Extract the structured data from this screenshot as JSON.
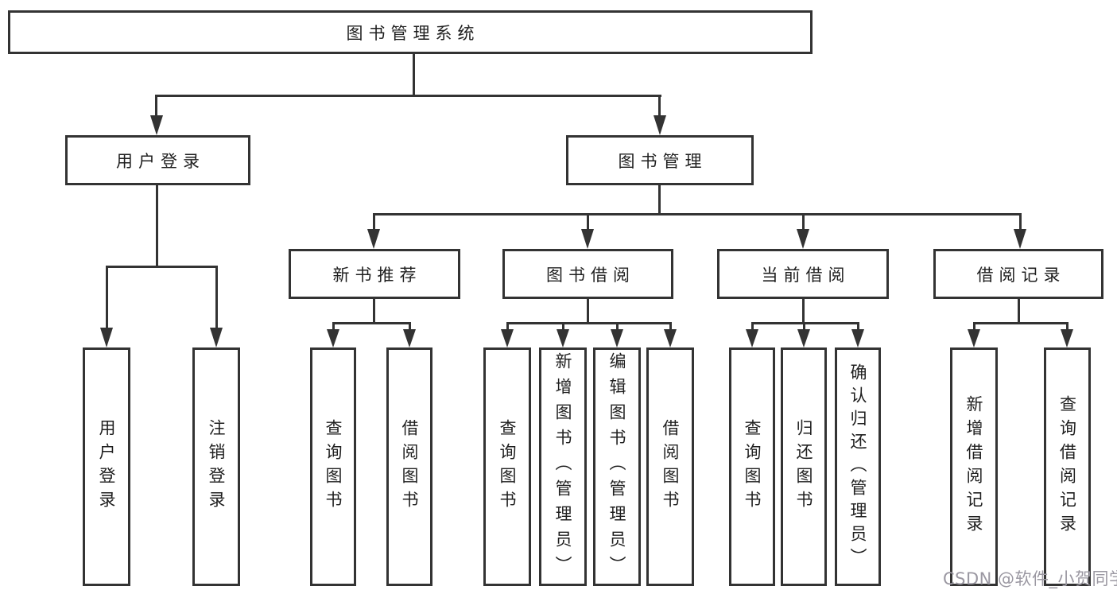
{
  "diagram_title": "图书管理系统",
  "tree": {
    "label": "图书管理系统",
    "children": [
      {
        "label": "用户登录",
        "children": [
          {
            "label": "用户登录"
          },
          {
            "label": "注销登录"
          }
        ]
      },
      {
        "label": "图书管理",
        "children": [
          {
            "label": "新书推荐",
            "children": [
              {
                "label": "查询图书"
              },
              {
                "label": "借阅图书"
              }
            ]
          },
          {
            "label": "图书借阅",
            "children": [
              {
                "label": "查询图书"
              },
              {
                "label": "新增图书（管理员）"
              },
              {
                "label": "编辑图书（管理员）"
              },
              {
                "label": "借阅图书"
              }
            ]
          },
          {
            "label": "当前借阅",
            "children": [
              {
                "label": "查询图书"
              },
              {
                "label": "归还图书"
              },
              {
                "label": "确认归还（管理员）"
              }
            ]
          },
          {
            "label": "借阅记录",
            "children": [
              {
                "label": "新增借阅记录"
              },
              {
                "label": "查询借阅记录"
              }
            ]
          }
        ]
      }
    ]
  },
  "watermark": "CSDN @软件_小贺同学",
  "colors": {
    "line": "#333333",
    "text": "#1f1f1f",
    "watermark": "#9b98a2",
    "background": "#ffffff"
  }
}
